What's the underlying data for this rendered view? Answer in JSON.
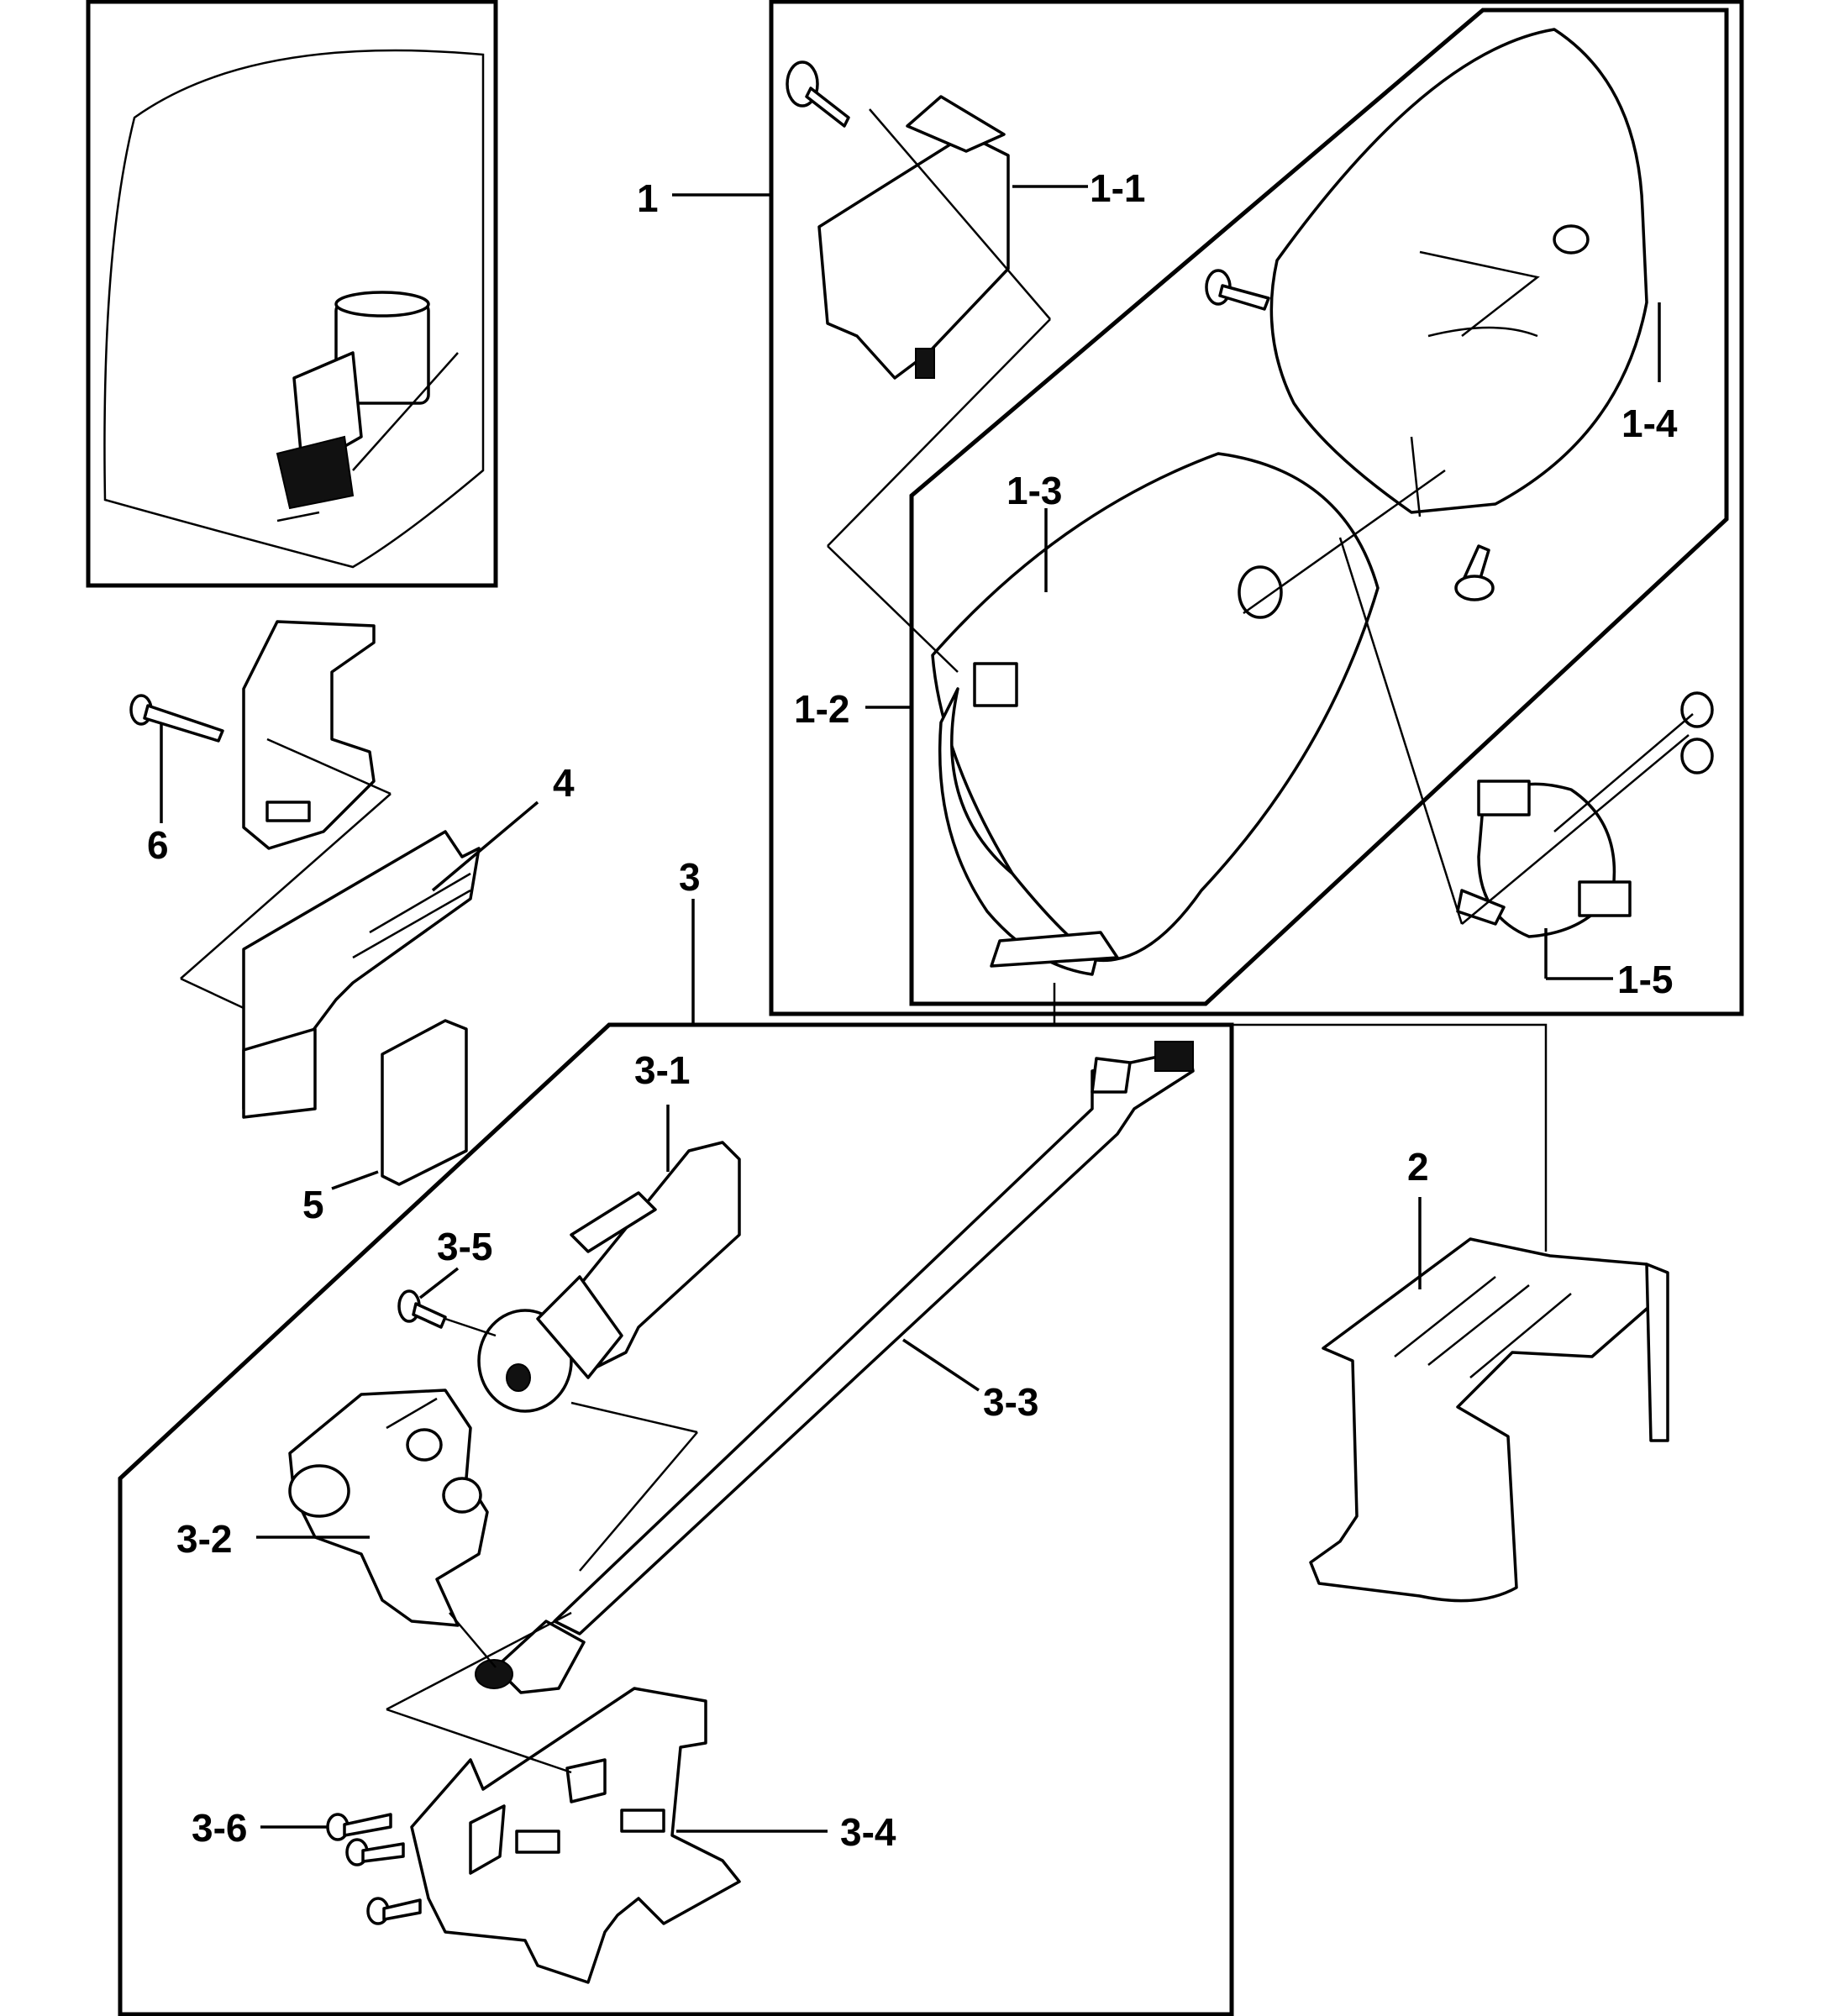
{
  "labels": {
    "p1": "1",
    "p1_1": "1-1",
    "p1_2": "1-2",
    "p1_3": "1-3",
    "p1_4": "1-4",
    "p1_5": "1-5",
    "p2": "2",
    "p3": "3",
    "p3_1": "3-1",
    "p3_2": "3-2",
    "p3_3": "3-3",
    "p3_4": "3-4",
    "p3_5": "3-5",
    "p3_6": "3-6",
    "p4": "4",
    "p5": "5",
    "p6": "6"
  }
}
